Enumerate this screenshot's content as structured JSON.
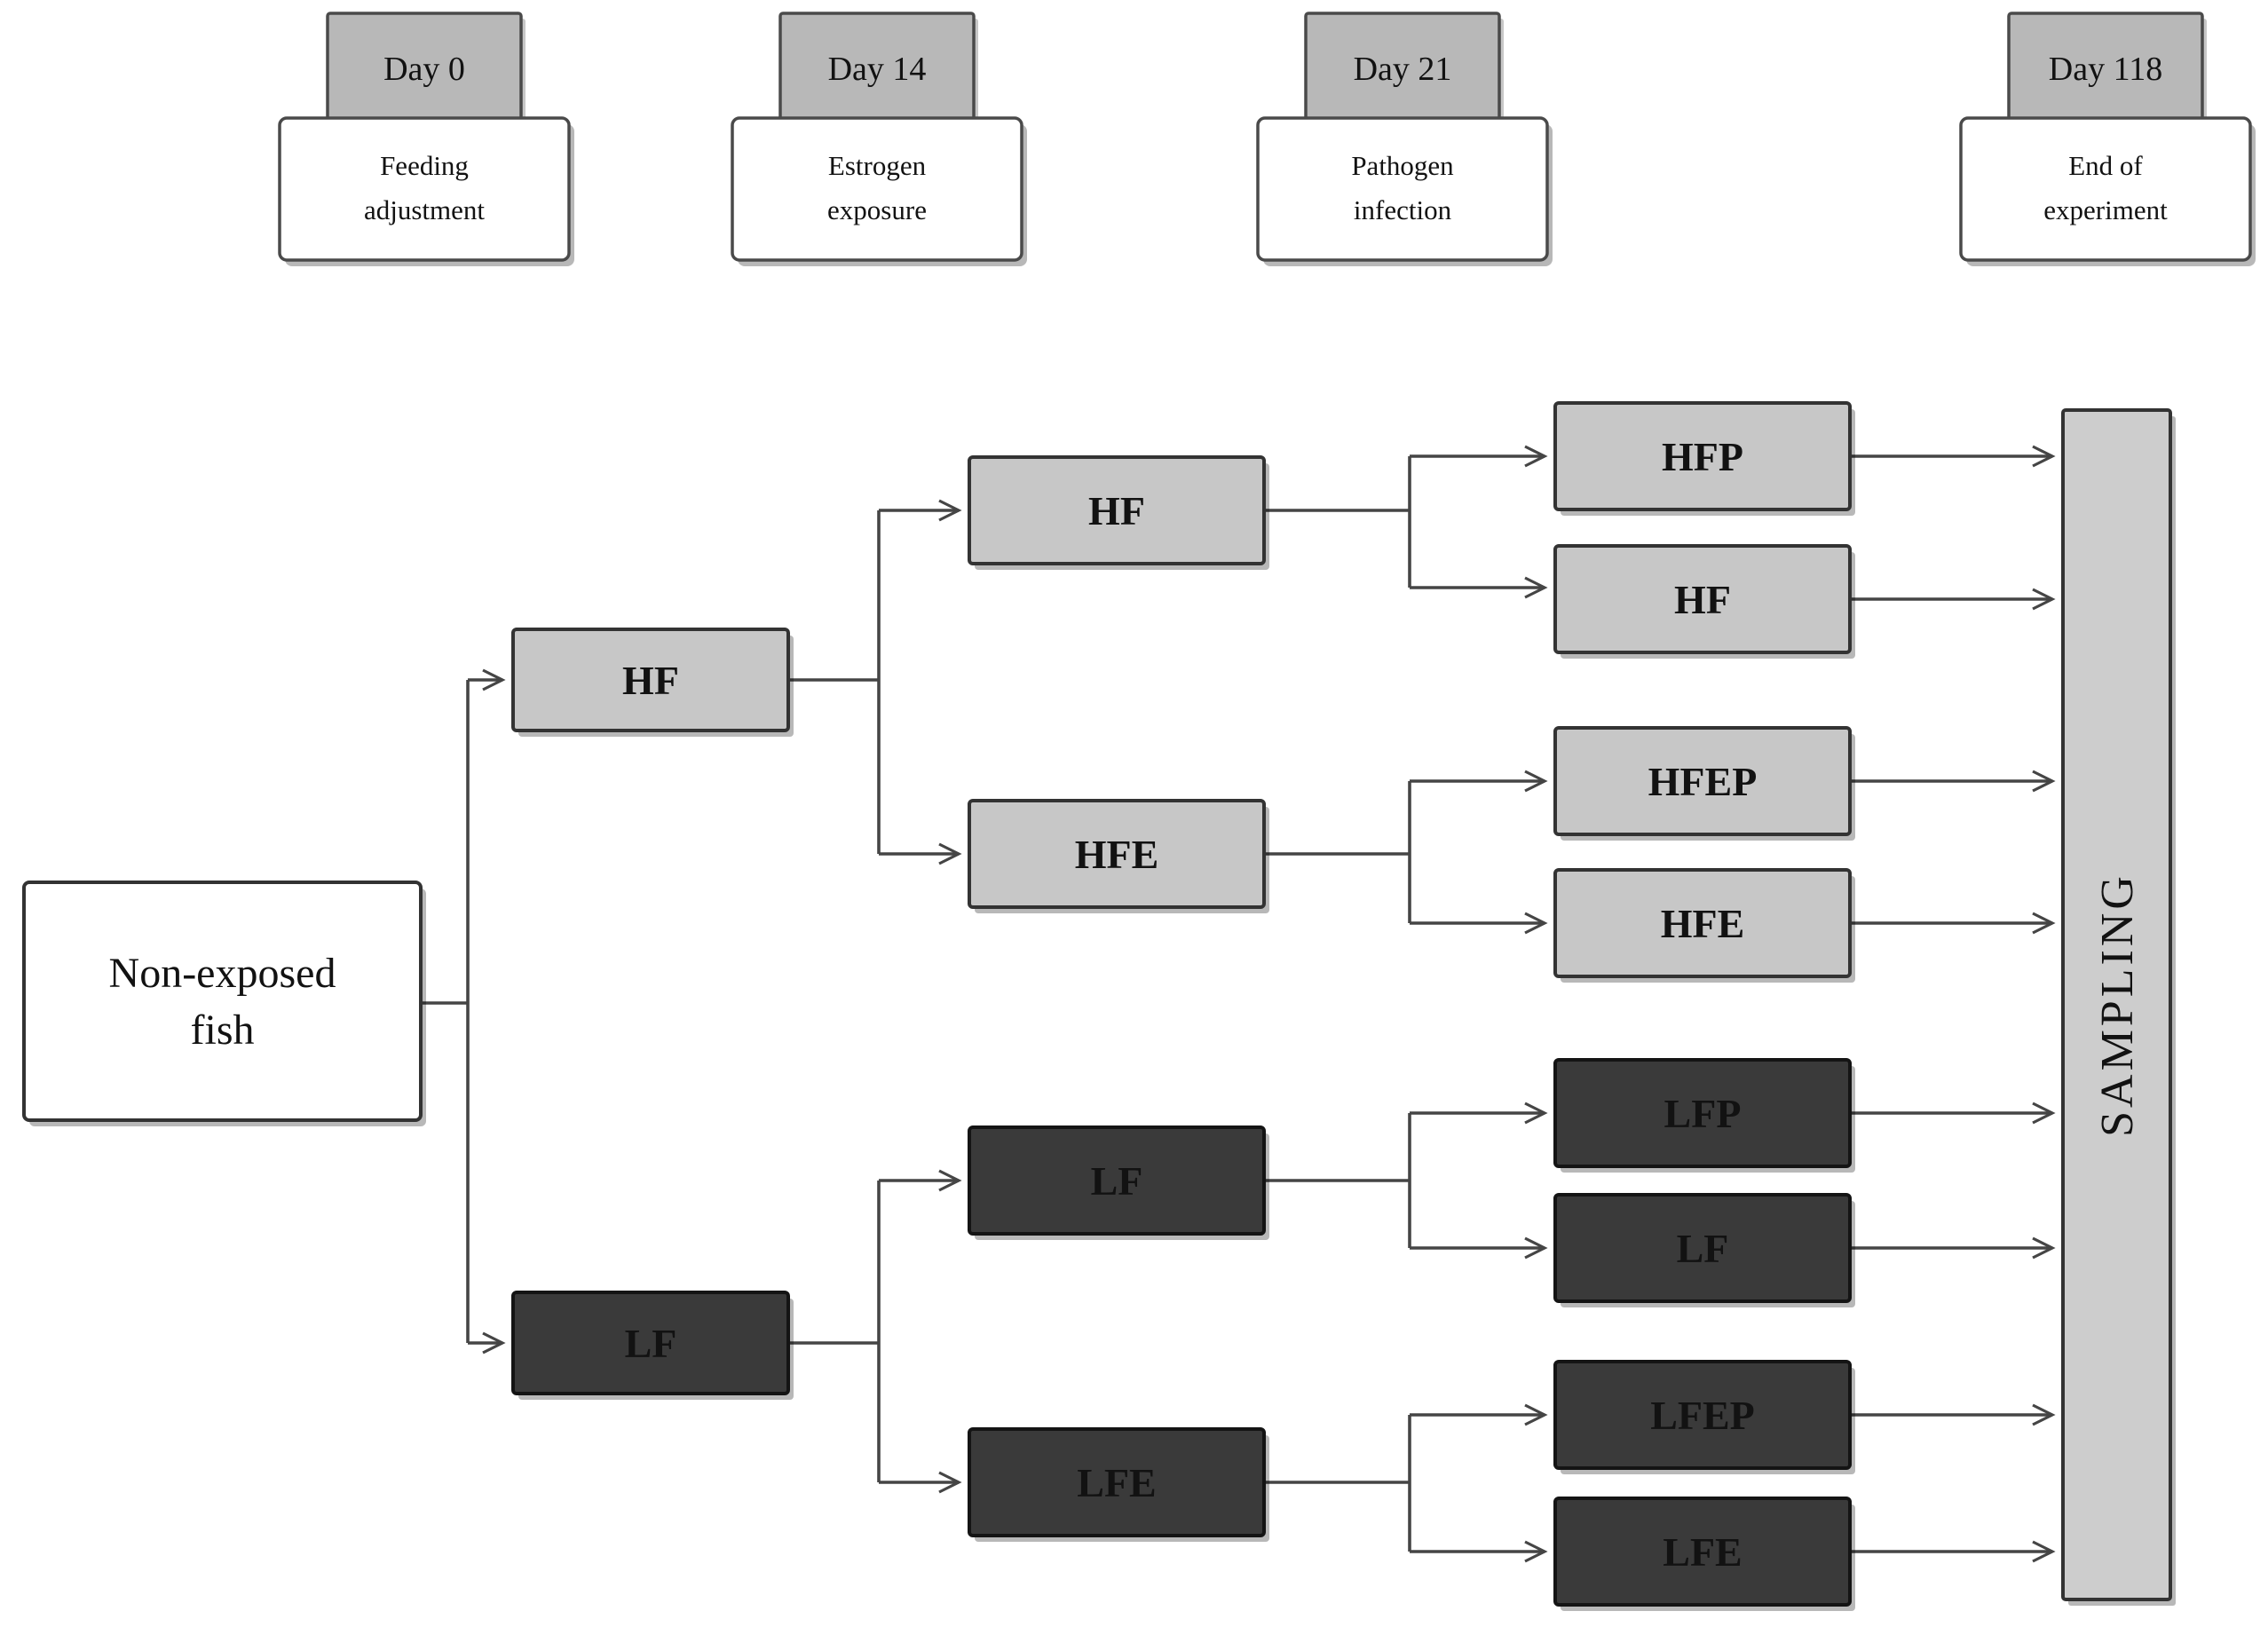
{
  "figure": {
    "timeline": [
      {
        "id": "day0",
        "day_label": "Day 0",
        "event_line1": "Feeding",
        "event_line2": "adjustment"
      },
      {
        "id": "day14",
        "day_label": "Day 14",
        "event_line1": "Estrogen",
        "event_line2": "exposure"
      },
      {
        "id": "day21",
        "day_label": "Day 21",
        "event_line1": "Pathogen",
        "event_line2": "infection"
      },
      {
        "id": "day118",
        "day_label": "Day 118",
        "event_line1": "End of",
        "event_line2": "experiment"
      }
    ],
    "root_node": {
      "line1": "Non-exposed",
      "line2": "fish"
    },
    "nodes": {
      "hf1": {
        "label": "HF",
        "tone": "high"
      },
      "lf1": {
        "label": "LF",
        "tone": "low"
      },
      "hf2": {
        "label": "HF",
        "tone": "high"
      },
      "hfe2": {
        "label": "HFE",
        "tone": "high"
      },
      "lf2": {
        "label": "LF",
        "tone": "low"
      },
      "lfe2": {
        "label": "LFE",
        "tone": "low"
      },
      "hfp": {
        "label": "HFP",
        "tone": "high"
      },
      "hf3": {
        "label": "HF",
        "tone": "high"
      },
      "hfep": {
        "label": "HFEP",
        "tone": "high"
      },
      "hfe3": {
        "label": "HFE",
        "tone": "high"
      },
      "lfp": {
        "label": "LFP",
        "tone": "low"
      },
      "lf3": {
        "label": "LF",
        "tone": "low"
      },
      "lfep": {
        "label": "LFEP",
        "tone": "low"
      },
      "lfe3": {
        "label": "LFE",
        "tone": "low"
      }
    },
    "sampling_bar": {
      "label": "SAMPLING"
    },
    "colors": {
      "background": "#ffffff",
      "tab_fill": "#b8b8b8",
      "gray_fill": "#c7c7c7",
      "dark_fill": "#3a3a3a",
      "bar_fill": "#cdcdcd",
      "box_border": "#333333",
      "dark_border": "#141414",
      "white_box_border": "#4a4a4a",
      "line": "#454545",
      "text_dark": "#121212",
      "text_light": "#ffffff"
    }
  }
}
